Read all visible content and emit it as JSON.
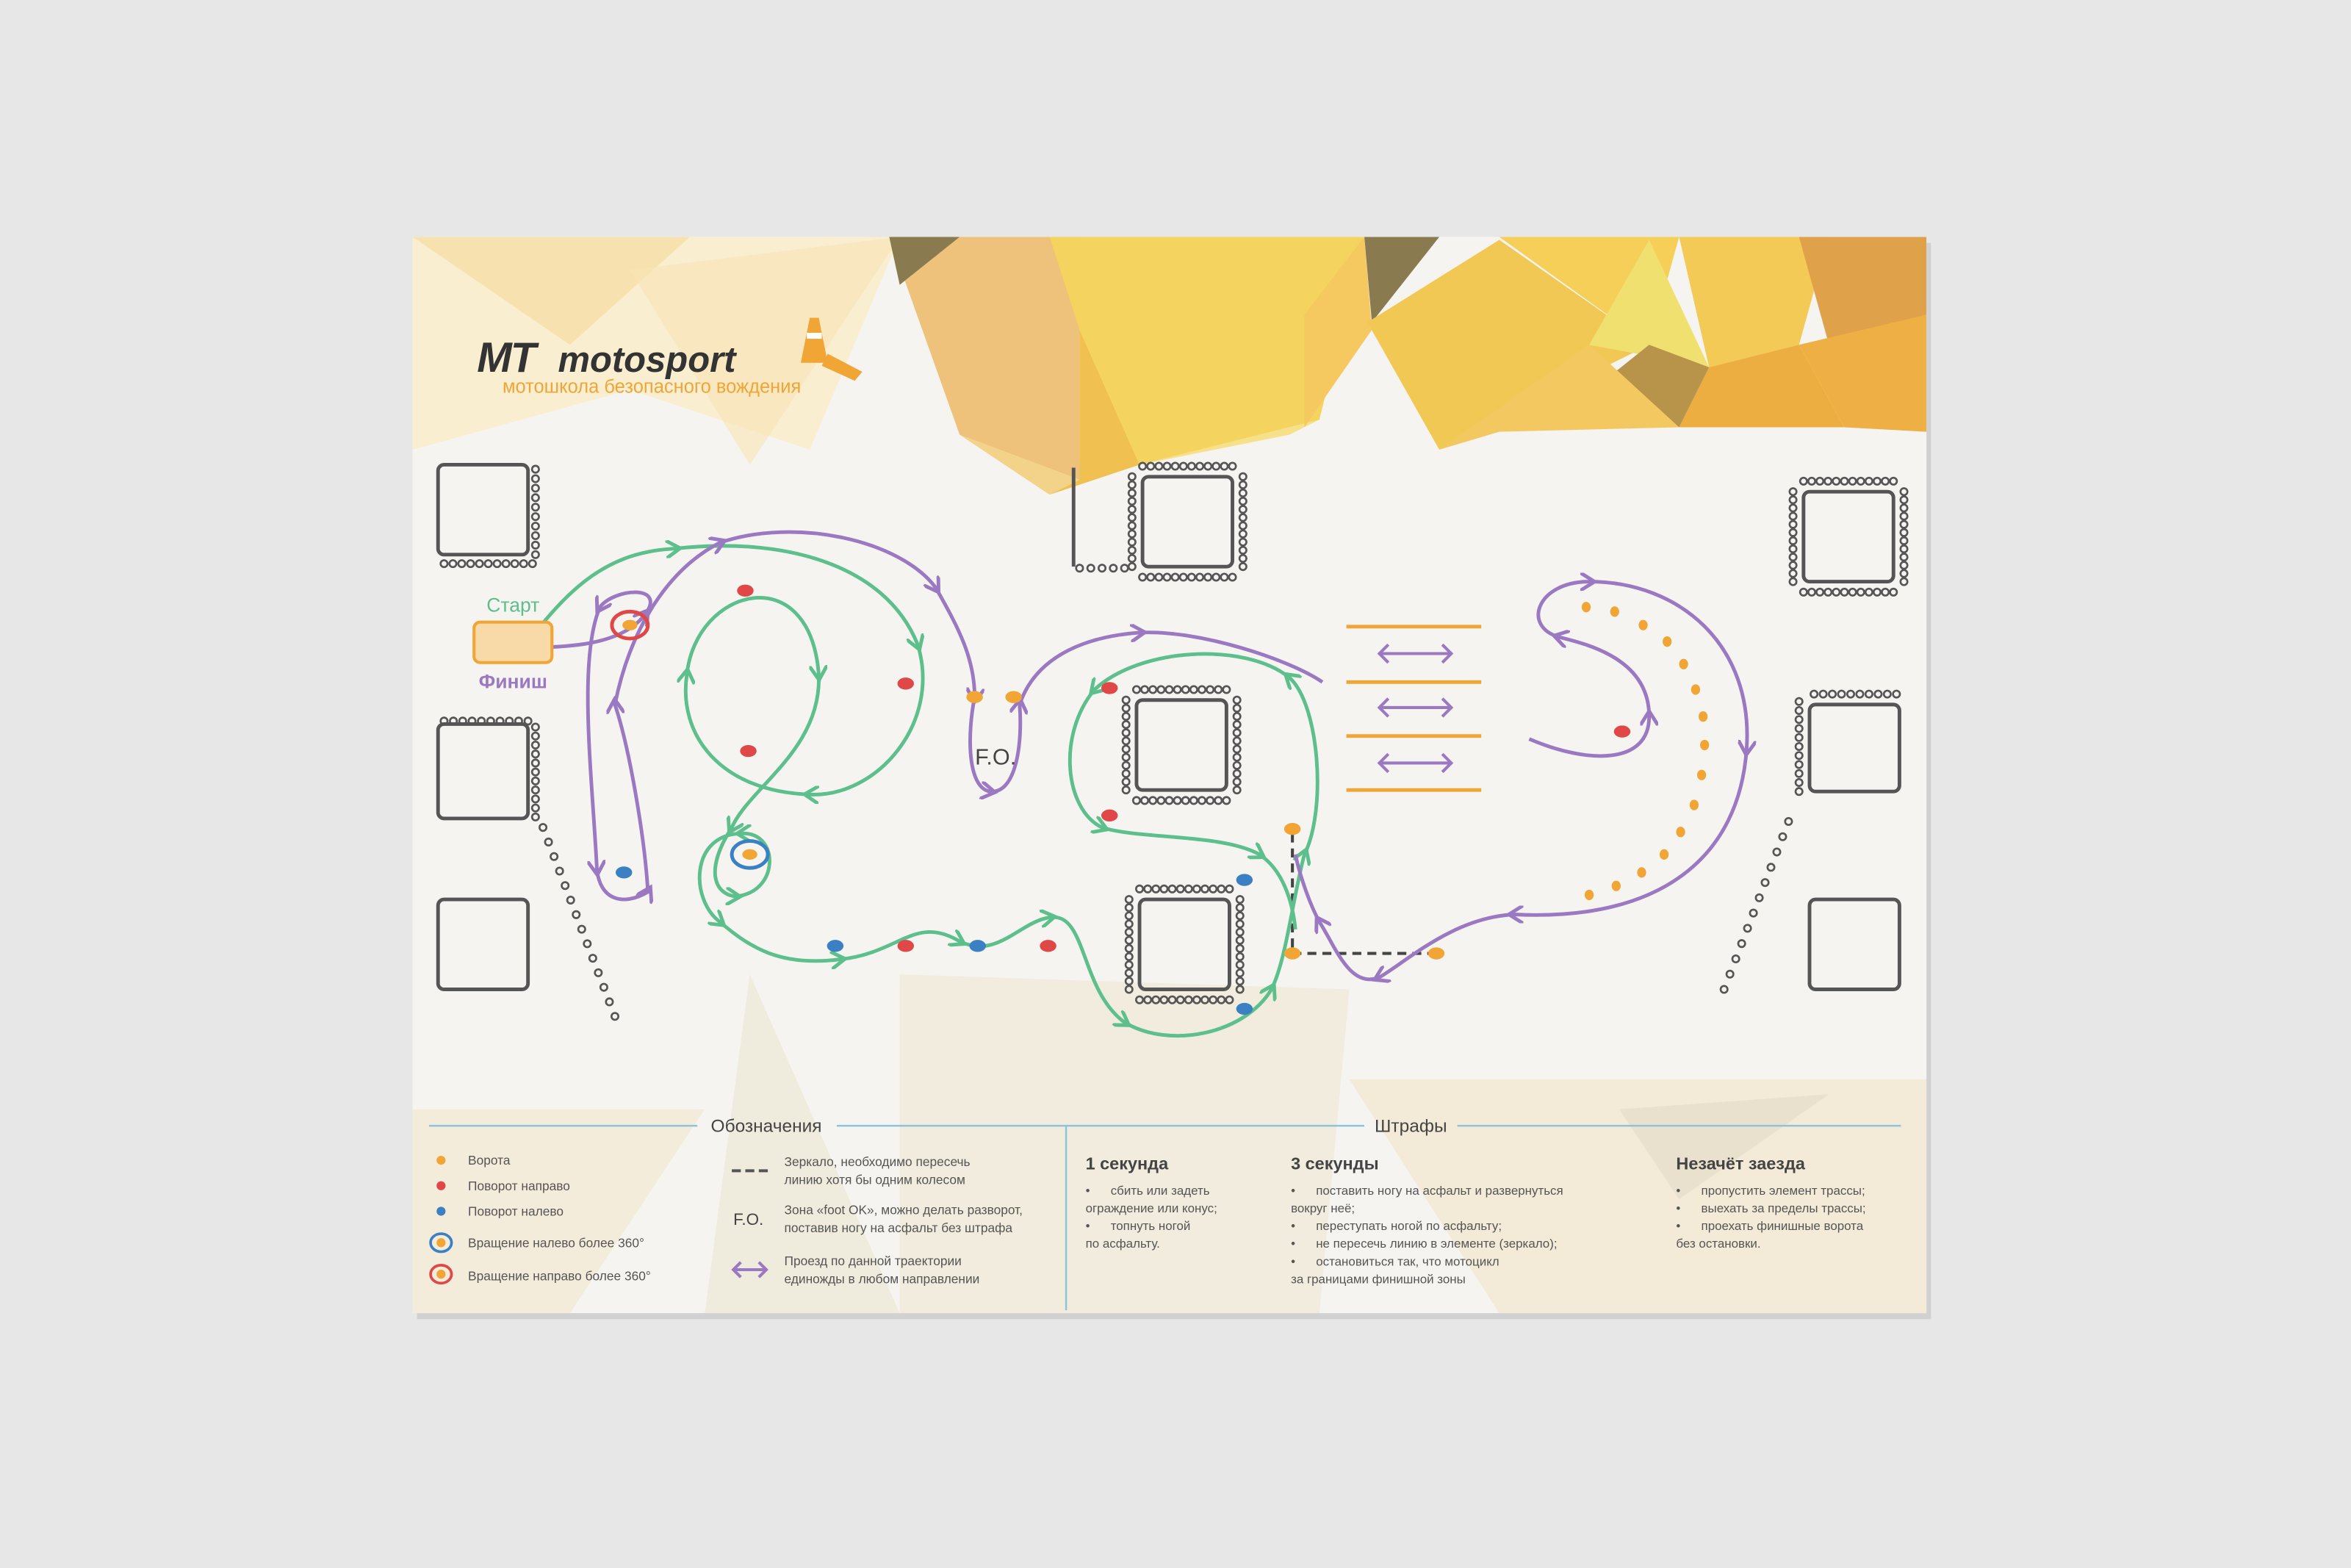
{
  "logo": {
    "mark": "MT",
    "brand": "motosport",
    "tagline": "мотошкола безопасного вождения"
  },
  "course": {
    "start_label": "Старт",
    "finish_label": "Финиш",
    "foot_ok_label": "F.O."
  },
  "legend": {
    "title": "Обозначения",
    "items": [
      {
        "label": "Ворота",
        "icon": "orange-dot"
      },
      {
        "label": "Поворот направо",
        "icon": "red-dot"
      },
      {
        "label": "Поворот налево",
        "icon": "blue-dot"
      },
      {
        "label": "Вращение налево более 360°",
        "icon": "blue-ring"
      },
      {
        "label": "Вращение направо более 360°",
        "icon": "red-ring"
      }
    ],
    "items2": [
      {
        "symbol": "",
        "line1": "Зеркало, необходимо пересечь",
        "line2": "линию хотя бы одним колесом",
        "icon": "dashed-line"
      },
      {
        "symbol": "F.O.",
        "line1": "Зона «foot OK», можно делать разворот,",
        "line2": "поставив ногу на асфальт без штрафа",
        "icon": "fo-text"
      },
      {
        "symbol": "",
        "line1": "Проезд по данной траектории",
        "line2": "единожды в любом направлении",
        "icon": "double-arrow"
      }
    ]
  },
  "penalties": {
    "title": "Штрафы",
    "columns": [
      {
        "heading": "1 секунда",
        "lines": [
          "•      сбить или задеть",
          "ограждение или конус;",
          "•      топнуть ногой",
          "по асфальту."
        ]
      },
      {
        "heading": "3 секунды",
        "lines": [
          "•      поставить ногу на асфальт и развернуться",
          "вокруг неё;",
          "•      переступать ногой по асфальту;",
          "•      не пересечь линию в элементе (зеркало);",
          "•      остановиться так, что мотоцикл",
          "за границами финишной зоны"
        ]
      },
      {
        "heading": "Незачёт заезда",
        "lines": [
          "•      пропустить элемент трассы;",
          "•      выехать за пределы трассы;",
          "•      проехать финишные ворота",
          "без остановки."
        ]
      }
    ]
  },
  "colors": {
    "green": "#5cbf8c",
    "purple": "#9b78c2",
    "orange": "#f0a535",
    "red": "#e04848",
    "blue": "#3a80c2",
    "rule": "#8ec3dc"
  }
}
